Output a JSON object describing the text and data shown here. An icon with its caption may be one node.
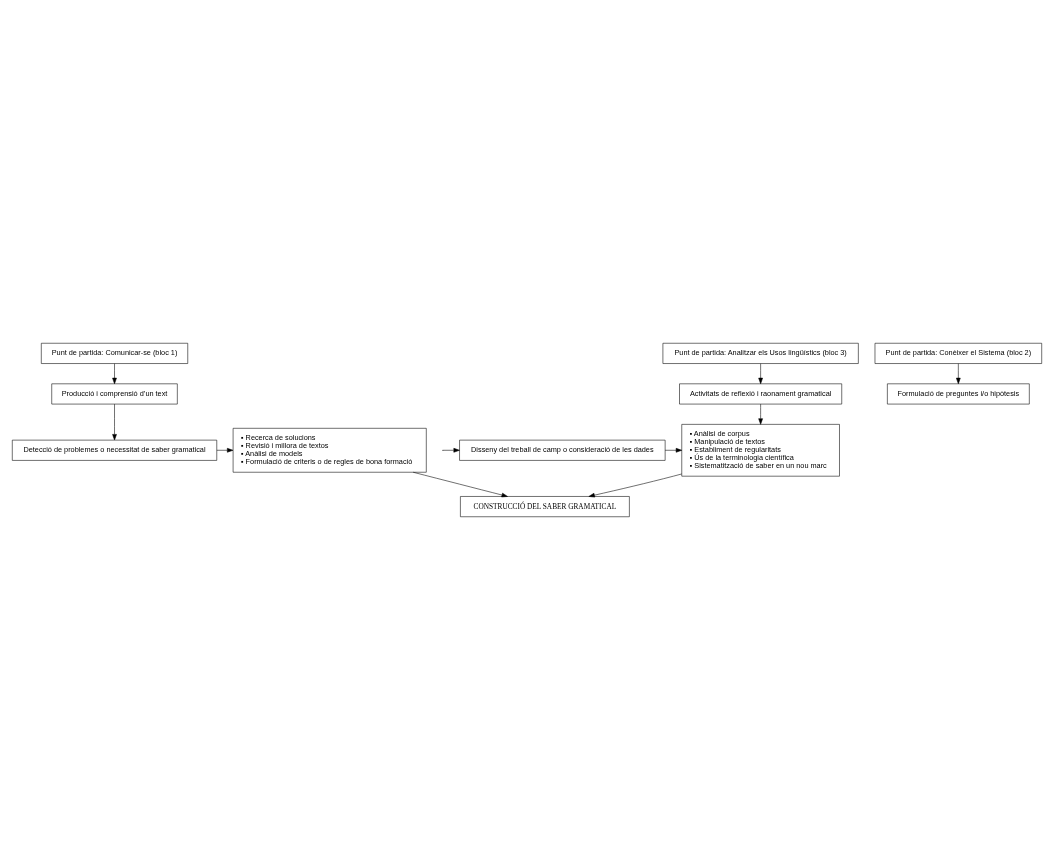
{
  "diagram": {
    "nodes": [
      {
        "text": [
          "Punt de partida: Comunicar-se (bloc 1)"
        ]
      },
      {
        "text": [
          "Punt de partida: Analitzar els Usos lingüístics (bloc 3)"
        ]
      },
      {
        "text": [
          "Punt de partida: Conèixer el Sistema (bloc 2)"
        ]
      },
      {
        "text": [
          "Producció i comprensió d’un text"
        ]
      },
      {
        "text": [
          "Activitats de reflexió i raonament gramatical"
        ]
      },
      {
        "text": [
          "Formulació de preguntes i/o hipòtesis"
        ]
      },
      {
        "text": [
          "Detecció de problemes o necessitat de saber gramatical"
        ]
      },
      {
        "text": [
          "▪ Recerca de solucions",
          "▪ Revisió i millora de textos",
          "▪ Anàlisi de models",
          "▪ Formulació de criteris o de regles de bona formació"
        ]
      },
      {
        "text": [
          "▪ Anàlisi de corpus",
          "▪ Manipulació de textos",
          "▪ Establiment de regularitats",
          "▪ Ús de la terminologia científica",
          "▪ Sistematització de saber en un nou marc"
        ]
      },
      {
        "text": [
          "Disseny del treball de camp o consideració de les dades"
        ]
      },
      {
        "text": [
          "CONSTRUCCIÓ DEL SABER GRAMATICAL"
        ]
      }
    ],
    "edges": [
      {
        "from": 0,
        "to": 3,
        "arrow": "to"
      },
      {
        "from": 1,
        "to": 4,
        "arrow": "to"
      },
      {
        "from": 2,
        "to": 5,
        "arrow": "to"
      },
      {
        "from": 3,
        "to": 6,
        "arrow": "to"
      },
      {
        "from": 6,
        "to": 7,
        "arrow": "to"
      },
      {
        "from": 4,
        "to": 8,
        "arrow": "to"
      },
      {
        "from": 9,
        "to": 8,
        "arrow": "to"
      },
      {
        "from": null,
        "to": 9,
        "arrow": "to"
      },
      {
        "from": 7,
        "to": 10,
        "arrow": "to"
      },
      {
        "from": 8,
        "to": 10,
        "arrow": "to"
      }
    ]
  }
}
